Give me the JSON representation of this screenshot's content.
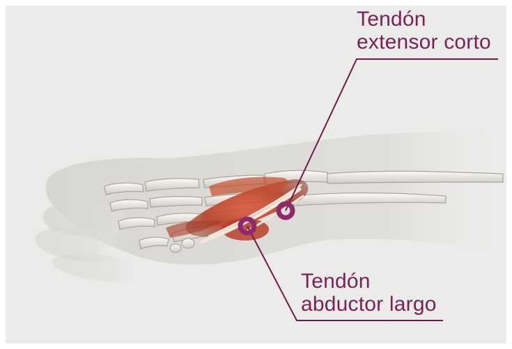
{
  "labels": {
    "extensor": {
      "line1": "Tendón",
      "line2": "extensor corto"
    },
    "abductor": {
      "line1": "Tendón",
      "line2": "abductor largo"
    }
  },
  "colors": {
    "background": "#ebebe9",
    "label_text": "#7a2158",
    "leader_line": "#6e1a4c",
    "marker_ring": "#8e2a6c",
    "muscle": "#c0482c",
    "bone": "#f2f0ec",
    "skin_silhouette": "#dcdad6"
  }
}
